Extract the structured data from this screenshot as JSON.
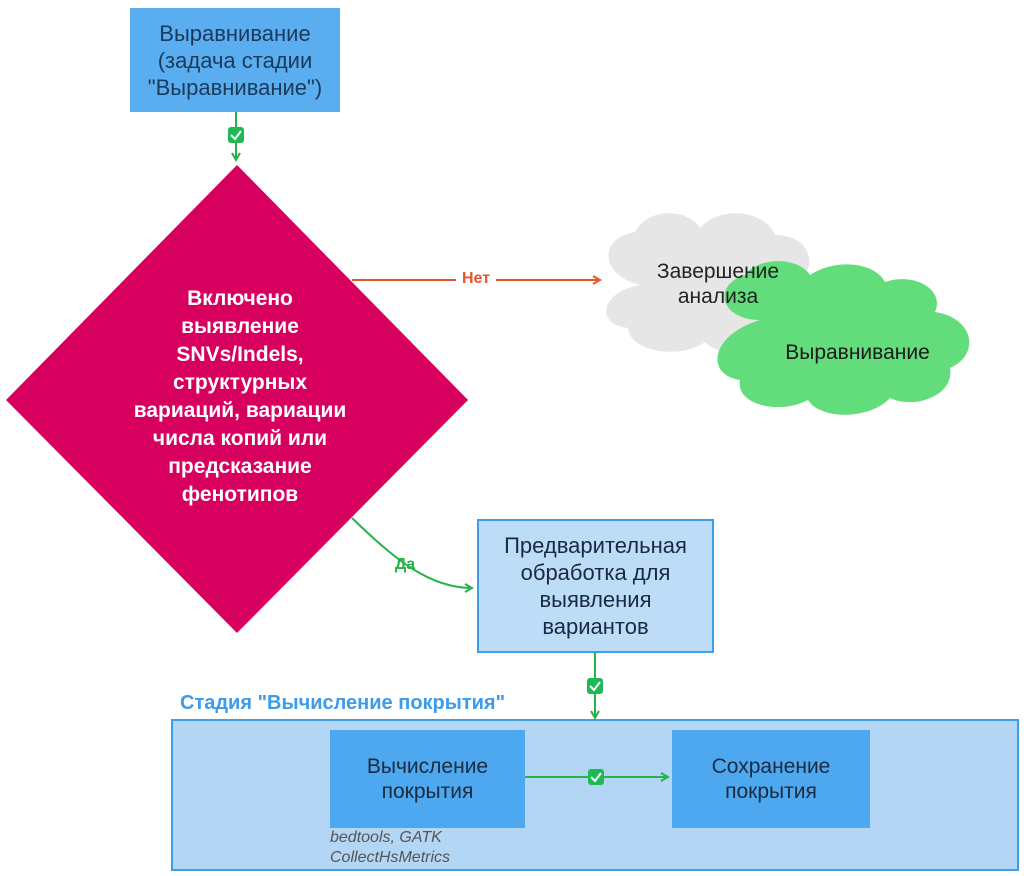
{
  "nodes": {
    "start": "Выравнивание\n(задача стадии\n\"Выравнивание\")",
    "decision": "Включено\nвыявление\nSNVs/Indels,\nструктурных\nвариаций, вариации\nчисла копий или\nпредсказание\nфенотипов",
    "end_analysis": "Завершение\nанализа",
    "alignment_cloud": "Выравнивание",
    "preprocessing": "Предварительная\nобработка для\nвыявления\nвариантов",
    "coverage_calc": "Вычисление\nпокрытия",
    "coverage_save": "Сохранение\nпокрытия",
    "coverage_tools": "bedtools, GATK\nCollectHsMetrics"
  },
  "stage": {
    "title": "Стадия \"Вычисление покрытия\""
  },
  "edges": {
    "no_label": "Нет",
    "yes_label": "Да"
  },
  "colors": {
    "start_fill": "#5aaef0",
    "decision_fill": "#d8005f",
    "end_cloud_fill": "#e6e6e6",
    "alignment_cloud_fill": "#63dc7b",
    "prep_fill": "#bcdcf8",
    "prep_stroke": "#3f9fe6",
    "stage_fill": "#b3d6f5",
    "stage_stroke": "#3f9fe6",
    "coverage_node_fill": "#4ea8ef",
    "edge_no": "#e8552f",
    "edge_yes": "#27b24a",
    "check_badge": "#1db954"
  }
}
